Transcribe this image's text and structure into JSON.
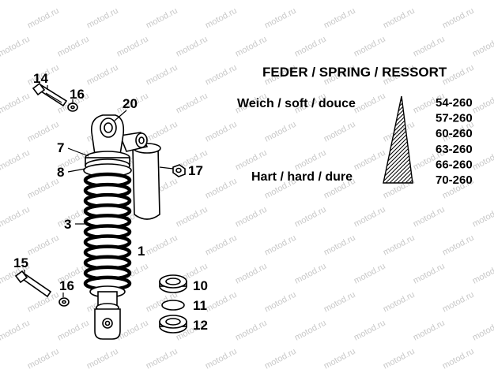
{
  "watermark": "motod.ru",
  "callouts": {
    "c14": "14",
    "c16a": "16",
    "c20": "20",
    "c7": "7",
    "c8": "8",
    "c17": "17",
    "c3": "3",
    "c1": "1",
    "c15": "15",
    "c16b": "16",
    "c10": "10",
    "c11": "11",
    "c12": "12"
  },
  "spring_table": {
    "title": "FEDER / SPRING / RESSORT",
    "soft_label": "Weich / soft / douce",
    "hard_label": "Hart / hard / dure",
    "codes": [
      "54-260",
      "57-260",
      "60-260",
      "63-260",
      "66-260",
      "70-260"
    ]
  }
}
